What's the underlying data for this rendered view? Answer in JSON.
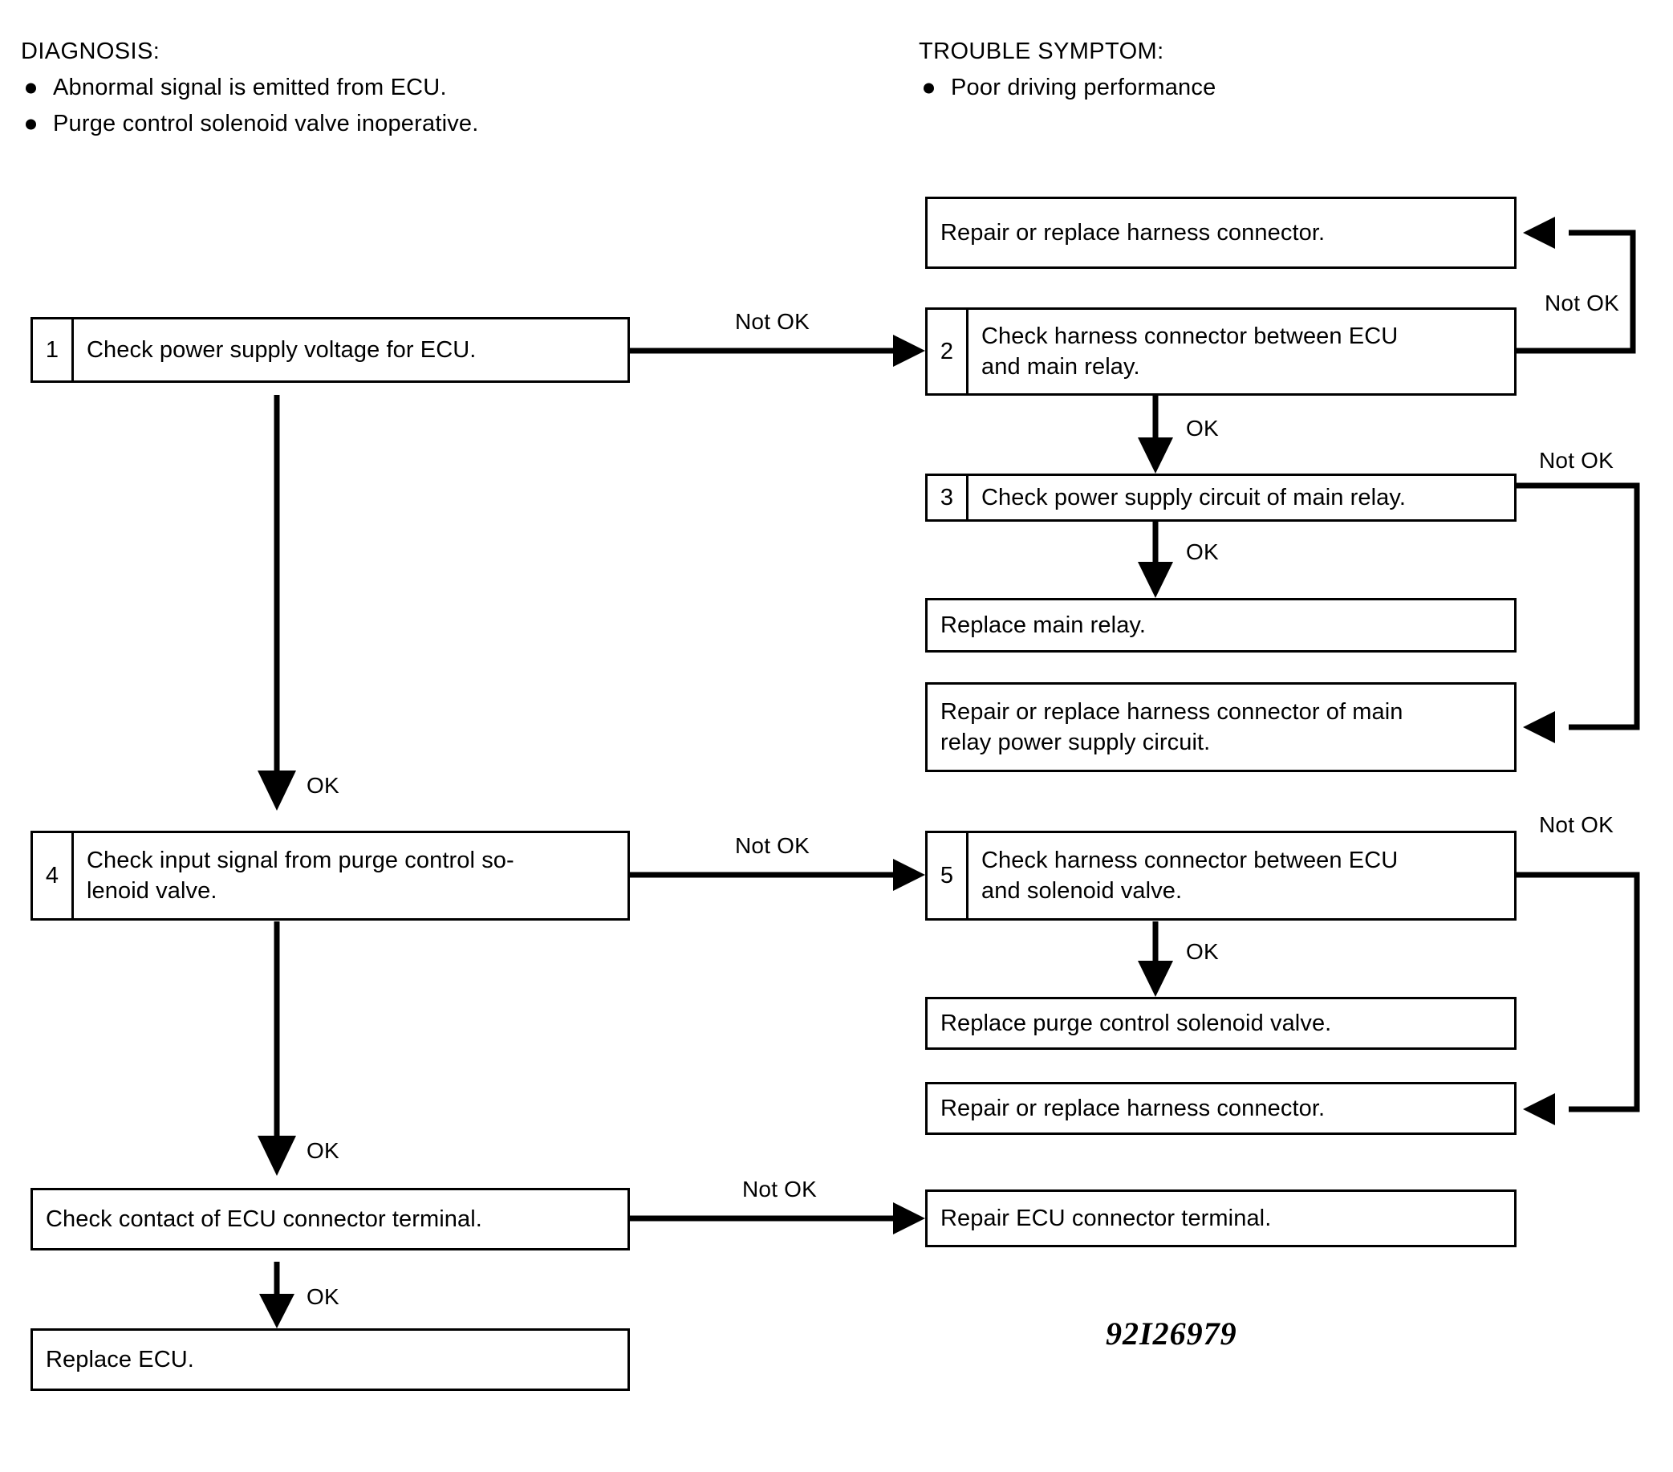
{
  "headers": {
    "diagnosis": {
      "title": "DIAGNOSIS:",
      "items": [
        "Abnormal signal is emitted from ECU.",
        "Purge control solenoid valve inoperative."
      ]
    },
    "trouble_symptom": {
      "title": "TROUBLE SYMPTOM:",
      "items": [
        "Poor driving performance"
      ]
    }
  },
  "boxes": {
    "repair_harness_top": {
      "text": "Repair or replace harness connector."
    },
    "step1": {
      "number": "1",
      "text": "Check power supply voltage for ECU."
    },
    "step2": {
      "number": "2",
      "text": "Check harness connector between ECU\nand main relay."
    },
    "step3": {
      "number": "3",
      "text": "Check power supply circuit of main relay."
    },
    "replace_main_relay": {
      "text": "Replace main relay."
    },
    "repair_main_relay_circuit": {
      "text": "Repair or replace harness connector of main\nrelay power supply circuit."
    },
    "step4": {
      "number": "4",
      "text": "Check input signal from purge control so-\nlenoid valve."
    },
    "step5": {
      "number": "5",
      "text": "Check harness connector between ECU\nand solenoid valve."
    },
    "replace_solenoid": {
      "text": "Replace purge control solenoid valve."
    },
    "repair_harness_solenoid": {
      "text": "Repair or replace harness connector."
    },
    "check_contact": {
      "text": "Check contact of ECU connector terminal."
    },
    "repair_ecu_terminal": {
      "text": "Repair ECU connector terminal."
    },
    "replace_ecu": {
      "text": "Replace ECU."
    }
  },
  "edge_labels": {
    "notok_1_to_2": "Not OK",
    "notok_2_loop": "Not OK",
    "ok_2_to_3": "OK",
    "notok_3_loop": "Not OK",
    "ok_3_to_replace": "OK",
    "ok_1_to_4": "OK",
    "notok_4_to_5": "Not OK",
    "notok_5_loop": "Not OK",
    "ok_5_to_replace": "OK",
    "ok_4_to_contact": "OK",
    "notok_contact_to_repair": "Not OK",
    "ok_contact_to_replace_ecu": "OK"
  },
  "figure_id": "92I26979",
  "colors": {
    "ink": "#000000",
    "paper": "#ffffff"
  }
}
